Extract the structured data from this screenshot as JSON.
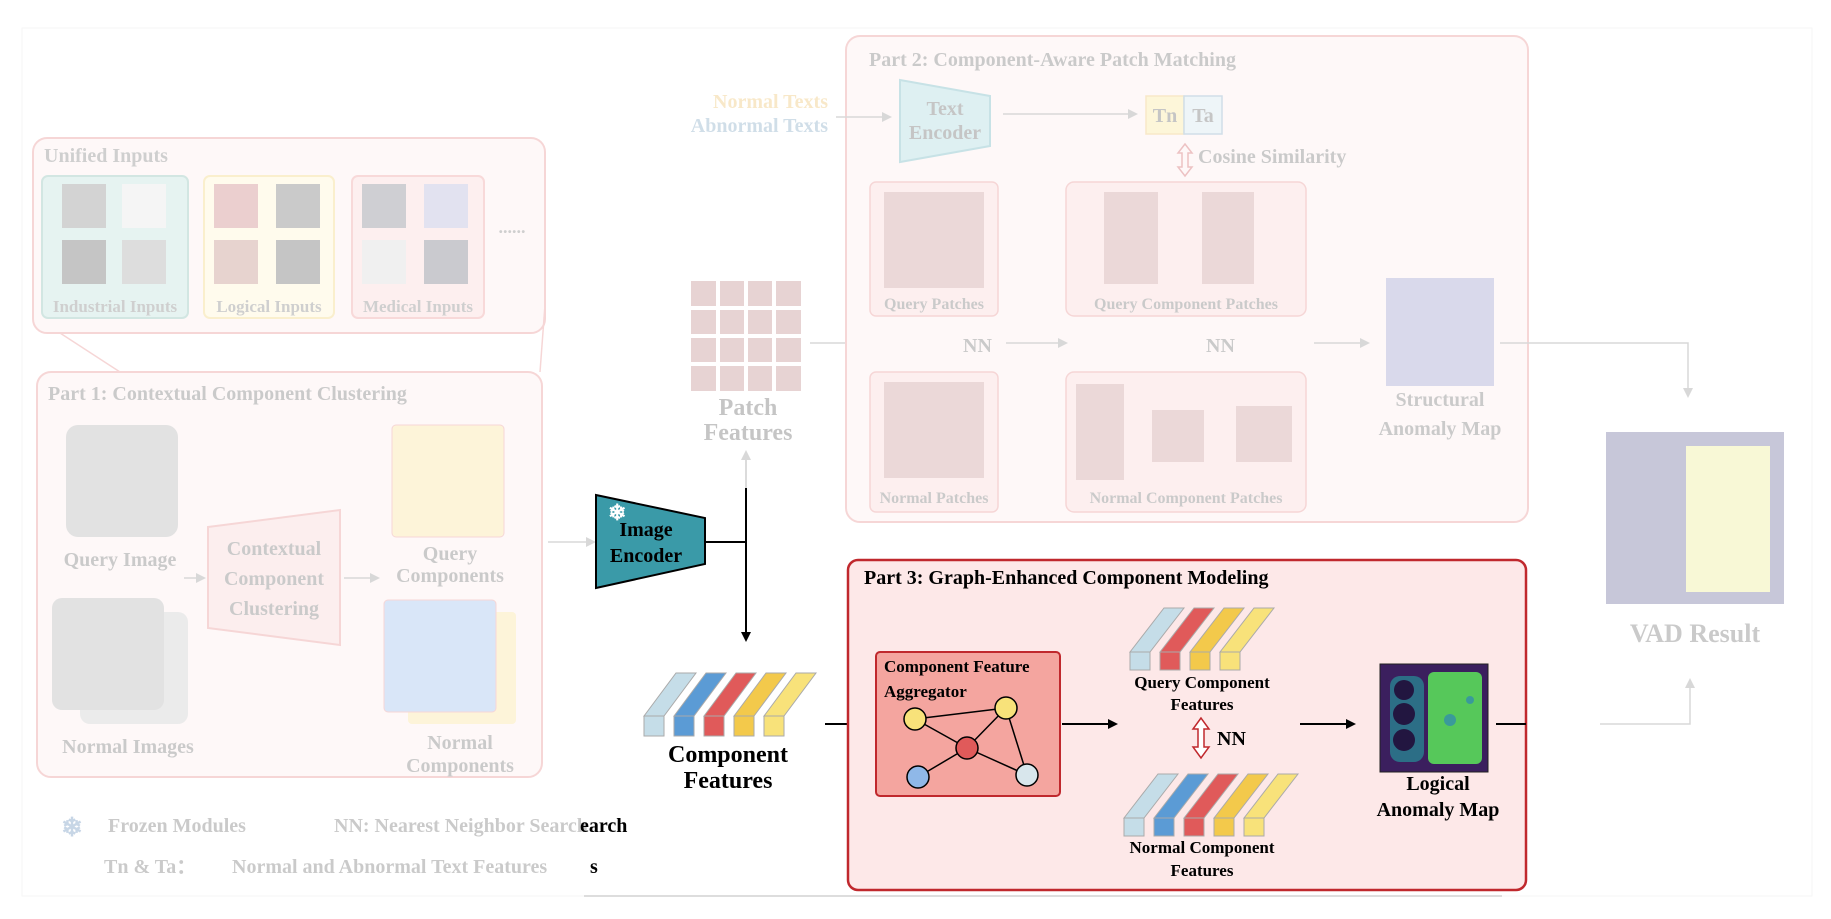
{
  "unified_inputs": {
    "title": "Unified Inputs",
    "groups": [
      {
        "label": "Industrial Inputs",
        "color": "#5fa89a"
      },
      {
        "label": "Logical Inputs",
        "color": "#f0c850"
      },
      {
        "label": "Medical Inputs",
        "color": "#e87878"
      }
    ],
    "ellipsis": "......"
  },
  "part1": {
    "title": "Part 1: Contextual Component Clustering",
    "query_image": "Query Image",
    "normal_images": "Normal Images",
    "clustering": [
      "Contextual",
      "Component",
      "Clustering"
    ],
    "query_components": [
      "Query",
      "Components"
    ],
    "normal_components": [
      "Normal",
      "Components"
    ]
  },
  "image_encoder": {
    "lines": [
      "Image",
      "Encoder"
    ],
    "frozen_icon": "snowflake-icon",
    "color": "#3a9aa8"
  },
  "patch_features": [
    "Patch",
    "Features"
  ],
  "component_features": [
    "Component",
    "Features"
  ],
  "part2": {
    "title": "Part 2: Component-Aware Patch Matching",
    "normal_texts": "Normal Texts",
    "abnormal_texts": "Abnormal Texts",
    "text_encoder": [
      "Text",
      "Encoder"
    ],
    "tn": "Tn",
    "ta": "Ta",
    "cosine": "Cosine Similarity",
    "query_patches": "Query Patches",
    "query_component_patches": "Query Component Patches",
    "normal_patches": "Normal Patches",
    "normal_component_patches": "Normal Component Patches",
    "nn1": "NN",
    "nn2": "NN",
    "structural": [
      "Structural",
      "Anomaly Map"
    ]
  },
  "part3": {
    "title": "Part 3: Graph-Enhanced Component Modeling",
    "aggregator": [
      "Component Feature",
      "Aggregator"
    ],
    "query_cf": [
      "Query Component",
      "Features"
    ],
    "normal_cf": [
      "Normal Component",
      "Features"
    ],
    "nn": "NN",
    "logical": [
      "Logical",
      "Anomaly Map"
    ]
  },
  "vad_result": "VAD Result",
  "legend": {
    "frozen_icon": "snowflake-icon",
    "frozen_label": "Frozen Modules",
    "nn_label": "NN:  Nearest Neighbor Search",
    "tnta_label": "Tn & Ta：",
    "tnta_desc": "Normal and Abnormal Text Features"
  },
  "colors": {
    "part_border": "#c0282d",
    "part_fill": "#fde8e8",
    "feature_blue_light": "#c5dde8",
    "feature_blue": "#5b9bd5",
    "feature_red": "#e05a5a",
    "feature_yellow": "#f3c94b",
    "feature_yellow_light": "#f8e27a"
  }
}
